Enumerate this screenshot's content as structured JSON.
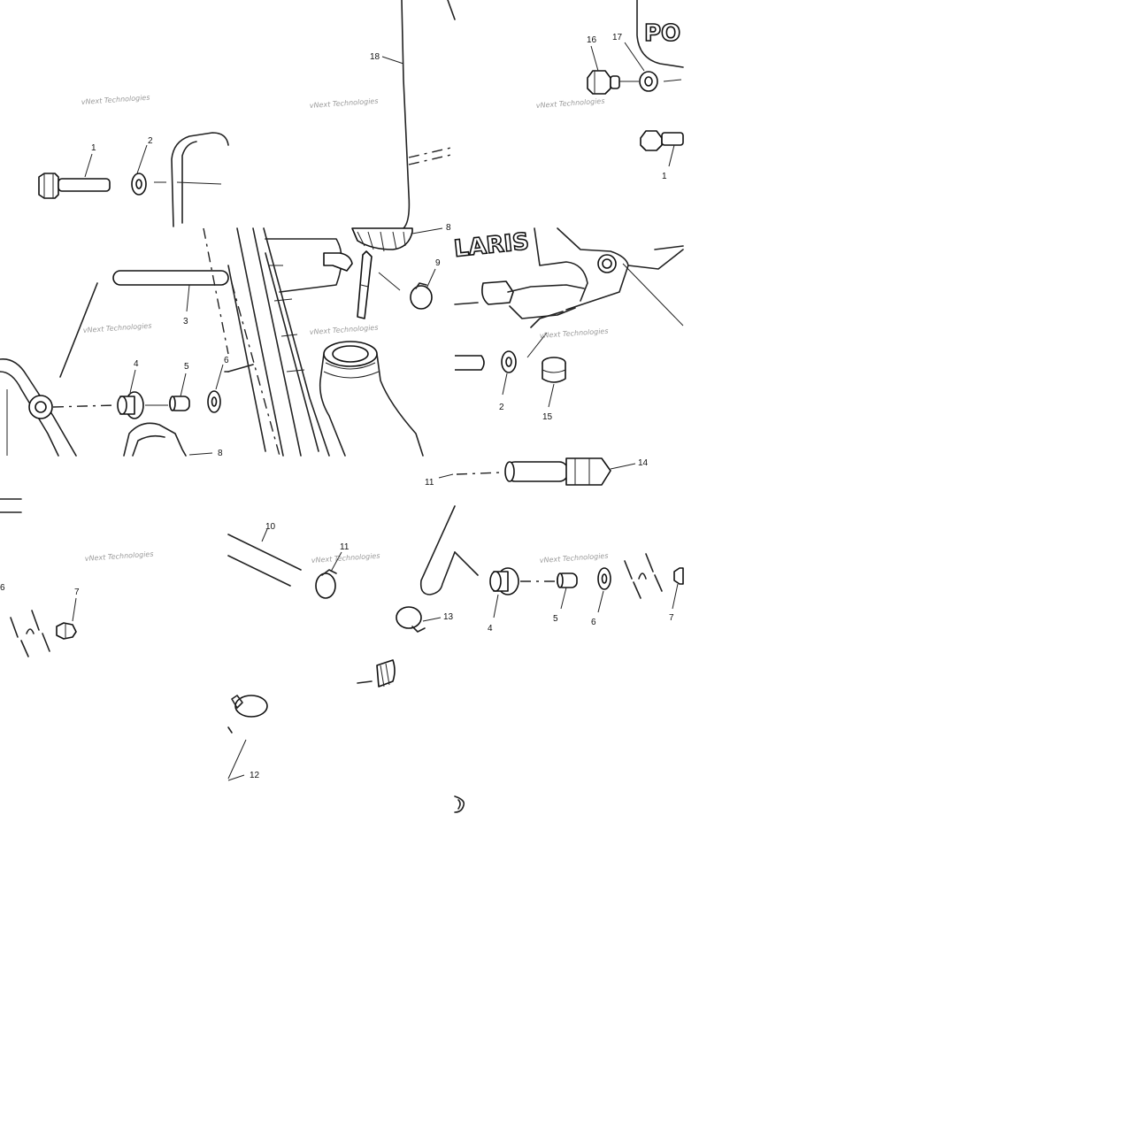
{
  "watermark": "vNext Technologies",
  "brand": {
    "fragment_top": "PO",
    "fragment_mid": "LARIS"
  },
  "callouts": {
    "t1_1": "1",
    "t1_2": "2",
    "t1_3": "3",
    "t1_4": "4",
    "t1_5": "5",
    "t1_6": "6",
    "t1_8": "8",
    "t2_18": "18",
    "t2_8": "8",
    "t2_9": "9",
    "t3_16": "16",
    "t3_17": "17",
    "t3_1": "1",
    "t6_2": "2",
    "t6_15": "15",
    "t7_6": "6",
    "t7_7": "7",
    "t8_10": "10",
    "t8_11": "11",
    "t8_13": "13",
    "t8_12": "12",
    "t9_11": "11",
    "t9_14": "14",
    "t9_4": "4",
    "t9_5": "5",
    "t9_6": "6",
    "t9_7": "7"
  }
}
